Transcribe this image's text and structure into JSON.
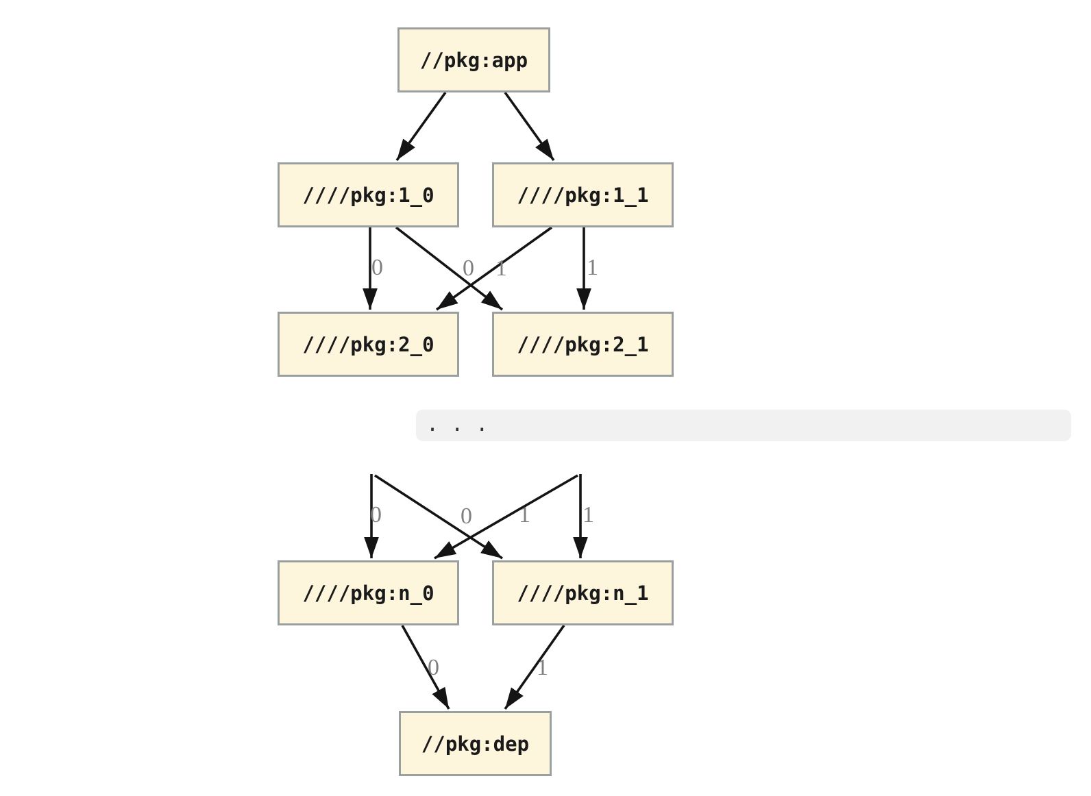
{
  "graph": {
    "nodes": [
      {
        "id": "app",
        "label": "//pkg:app"
      },
      {
        "id": "1_0",
        "label": "////pkg:1_0"
      },
      {
        "id": "1_1",
        "label": "////pkg:1_1"
      },
      {
        "id": "2_0",
        "label": "////pkg:2_0"
      },
      {
        "id": "2_1",
        "label": "////pkg:2_1"
      },
      {
        "id": "n_0",
        "label": "////pkg:n_0"
      },
      {
        "id": "n_1",
        "label": "////pkg:n_1"
      },
      {
        "id": "dep",
        "label": "//pkg:dep"
      }
    ],
    "edges": [
      {
        "from": "//pkg:app",
        "to": "////pkg:1_0",
        "label": ""
      },
      {
        "from": "//pkg:app",
        "to": "////pkg:1_1",
        "label": ""
      },
      {
        "from": "////pkg:1_0",
        "to": "////pkg:2_0",
        "label": "0"
      },
      {
        "from": "////pkg:1_0",
        "to": "////pkg:2_1",
        "label": "1"
      },
      {
        "from": "////pkg:1_1",
        "to": "////pkg:2_0",
        "label": "0"
      },
      {
        "from": "////pkg:1_1",
        "to": "////pkg:2_1",
        "label": "1"
      },
      {
        "from": "...",
        "to": "////pkg:n_0",
        "label": "0"
      },
      {
        "from": "...",
        "to": "////pkg:n_1",
        "label": "1"
      },
      {
        "from": "...",
        "to": "////pkg:n_0",
        "label": "0"
      },
      {
        "from": "...",
        "to": "////pkg:n_1",
        "label": "1"
      },
      {
        "from": "////pkg:n_0",
        "to": "//pkg:dep",
        "label": "0"
      },
      {
        "from": "////pkg:n_1",
        "to": "//pkg:dep",
        "label": "1"
      }
    ],
    "ellipsis": ". . ."
  },
  "colors": {
    "node_fill": "#fdf5dc",
    "node_border": "#9aa0a0",
    "edge_stroke": "#141414",
    "edge_label": "#7f7f7f",
    "ellipsis_bar_bg": "#f1f1f1",
    "background": "#ffffff"
  }
}
